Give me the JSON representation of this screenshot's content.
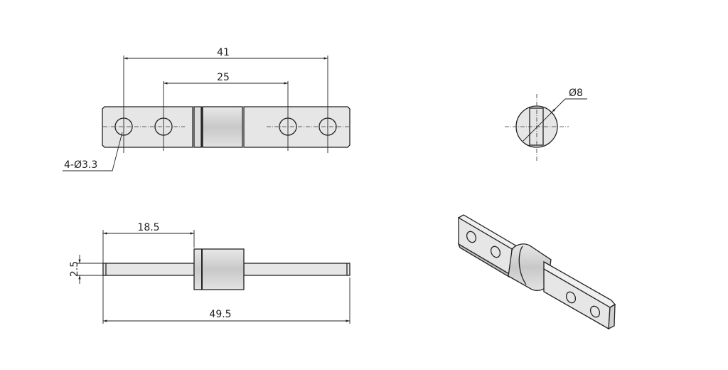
{
  "drawing": {
    "top_view": {
      "dim_hole_outer_spacing": "41",
      "dim_hole_inner_spacing": "25",
      "dim_hole_callout": "4-Ø3.3"
    },
    "end_view": {
      "dim_diameter": "Ø8"
    },
    "side_view": {
      "dim_plate_length": "18.5",
      "dim_overall_length": "49.5",
      "dim_thickness": "2.5"
    },
    "colors": {
      "part_fill": "#e6e6e6",
      "barrel_fill": "#d4d4d4",
      "line": "#222222"
    }
  }
}
